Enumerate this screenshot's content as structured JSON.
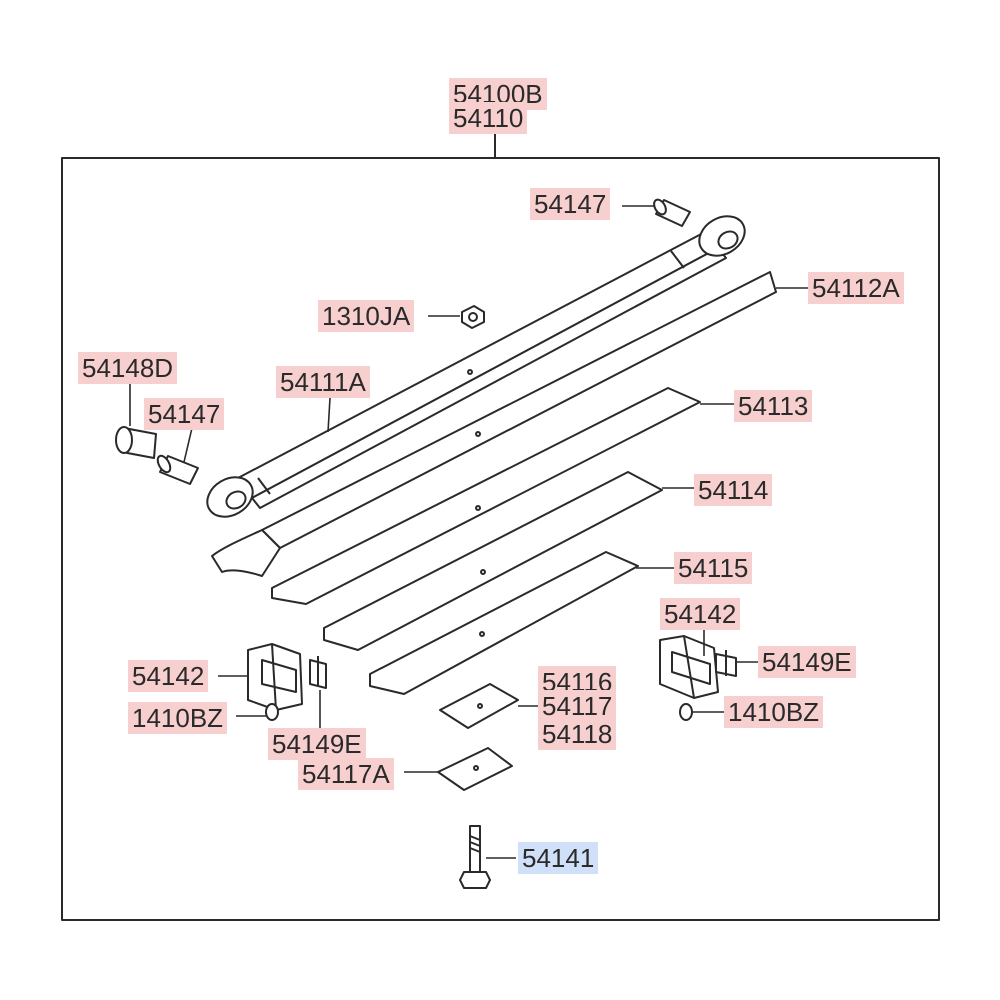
{
  "colors": {
    "label_bg": "#f8cfcf",
    "label_highlight_bg": "#cfe0f8",
    "stroke": "#2a2a2a"
  },
  "labels": {
    "assembly_a": "54100B",
    "assembly_b": "54110",
    "pin_top_right": "54147",
    "leaf_2": "54112A",
    "nut": "1310JA",
    "bushing": "54148D",
    "main_leaf": "54111A",
    "pin_left": "54147",
    "leaf_3": "54113",
    "leaf_4": "54114",
    "leaf_5": "54115",
    "clip_right": "54142",
    "clip_left": "54142",
    "bolt_left": "1410BZ",
    "spacer_right": "54149E",
    "spacer_left": "54149E",
    "pad_a": "54116",
    "pad_b": "54117",
    "pad_c": "54118",
    "bolt_right": "1410BZ",
    "pad_lower": "54117A",
    "center_bolt": "54141"
  },
  "highlighted": "center_bolt"
}
